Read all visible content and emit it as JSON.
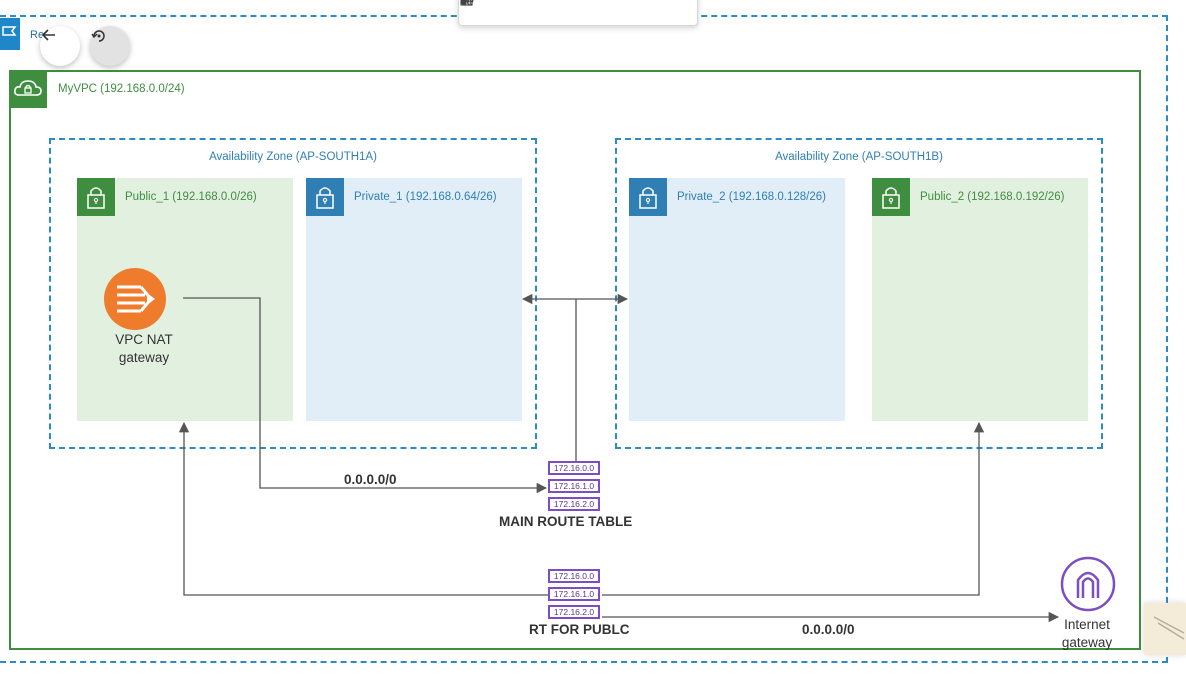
{
  "region": {
    "label": "Re"
  },
  "toolbar": {
    "buttons": [
      {
        "icon": "thumbs-up-icon"
      },
      {
        "icon": "lock-icon"
      },
      {
        "icon": "copy-icon"
      },
      {
        "icon": "cut-icon"
      },
      {
        "icon": "delete-icon"
      },
      {
        "icon": "read-aloud-icon"
      }
    ]
  },
  "nav": {
    "back_icon": "back-arrow-icon",
    "rotate_icon": "rotate-icon"
  },
  "vpc": {
    "label": "MyVPC (192.168.0.0/24)"
  },
  "zones": [
    {
      "label": "Availability Zone (AP-SOUTH1A)"
    },
    {
      "label": "Availability Zone (AP-SOUTH1B)"
    }
  ],
  "subnets": {
    "public_1": "Public_1 (192.168.0.0/26)",
    "private_1": "Private_1 (192.168.0.64/26)",
    "private_2": "Private_2 (192.168.0.128/26)",
    "public_2": "Public_2 (192.168.0.192/26)"
  },
  "nat": {
    "line1": "VPC NAT",
    "line2": "gateway"
  },
  "main_route_table": {
    "label": "MAIN ROUTE TABLE",
    "entries": [
      "172.16.0.0",
      "172.16.1.0",
      "172.16.2.0"
    ],
    "route_label": "0.0.0.0/0"
  },
  "public_route_table": {
    "label": "RT FOR PUBLC",
    "entries": [
      "172.16.0.0",
      "172.16.1.0",
      "172.16.2.0"
    ],
    "route_label": "0.0.0.0/0"
  },
  "igw": {
    "line1": "Internet",
    "line2": "gateway"
  },
  "colors": {
    "vpc_green": "#3f8e3f",
    "az_blue": "#2b8cc4",
    "nat_orange": "#ef7b2d",
    "igw_purple": "#7d4ec2",
    "public_fill": "#e2f0e0",
    "private_fill": "#e1eef7"
  }
}
